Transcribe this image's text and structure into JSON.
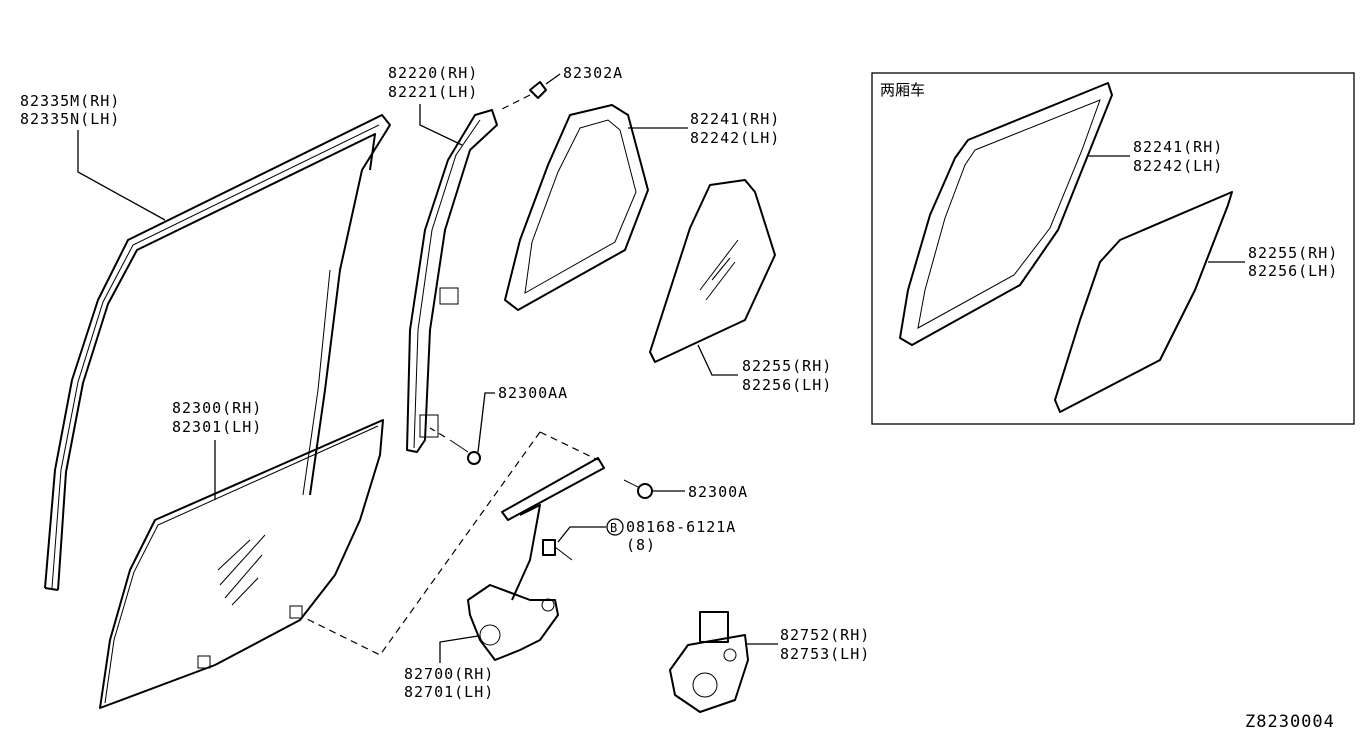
{
  "diagram_id": "Z8230004",
  "inset": {
    "title": "两厢车"
  },
  "labels": {
    "weatherstrip_rh": "82335M(RH)",
    "weatherstrip_lh": "82335N(LH)",
    "sash_rh": "82220(RH)",
    "sash_lh": "82221(LH)",
    "clip": "82302A",
    "seal_rh": "82241(RH)",
    "seal_lh": "82242(LH)",
    "fixed_glass_rh": "82255(RH)",
    "fixed_glass_lh": "82256(LH)",
    "screw_aa": "82300AA",
    "glass_rh": "82300(RH)",
    "glass_lh": "82301(LH)",
    "bolt_a": "82300A",
    "bolt_std": "08168-6121A",
    "bolt_qty": "(8)",
    "bolt_marker": "B",
    "regulator_rh": "82700(RH)",
    "regulator_lh": "82701(LH)",
    "motor_rh": "82752(RH)",
    "motor_lh": "82753(LH)",
    "inset_seal_rh": "82241(RH)",
    "inset_seal_lh": "82242(LH)",
    "inset_glass_rh": "82255(RH)",
    "inset_glass_lh": "82256(LH)"
  }
}
